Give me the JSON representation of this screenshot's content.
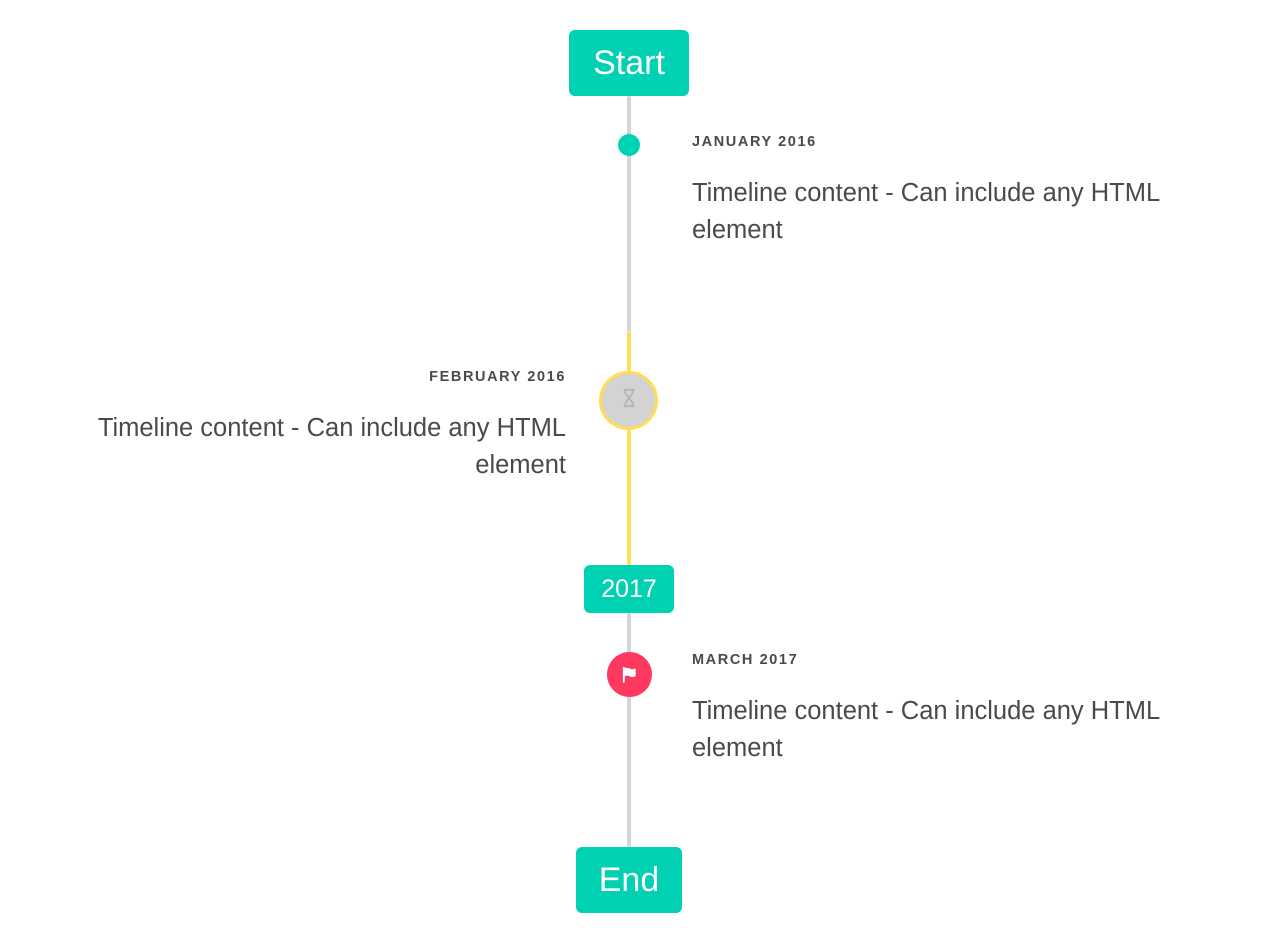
{
  "component": {
    "name": "Timeline",
    "colors": {
      "primary_teal": "#00d1b2",
      "warning_yellow": "#ffdd57",
      "danger_pink": "#ff3860",
      "rail_grey": "#d5d5d5",
      "marker_grey": "#d3d3d3",
      "text_dark": "#4a4a4a",
      "background": "#ffffff"
    }
  },
  "header": {
    "label": "Start"
  },
  "divider": {
    "label": "2017"
  },
  "footer": {
    "label": "End"
  },
  "items": [
    {
      "id": "january-2016",
      "heading": "JANUARY 2016",
      "body": "Timeline content - Can include any HTML element",
      "side": "right",
      "marker_icon": "dot-icon",
      "marker_color": "#00d1b2"
    },
    {
      "id": "february-2016",
      "heading": "FEBRUARY 2016",
      "body": "Timeline content - Can include any HTML element",
      "side": "left",
      "marker_icon": "hourglass-icon",
      "marker_color": "#d3d3d3",
      "marker_ring_color": "#ffdd57"
    },
    {
      "id": "march-2017",
      "heading": "MARCH 2017",
      "body": "Timeline content - Can include any HTML element",
      "side": "right",
      "marker_icon": "flag-icon",
      "marker_color": "#ff3860"
    }
  ]
}
